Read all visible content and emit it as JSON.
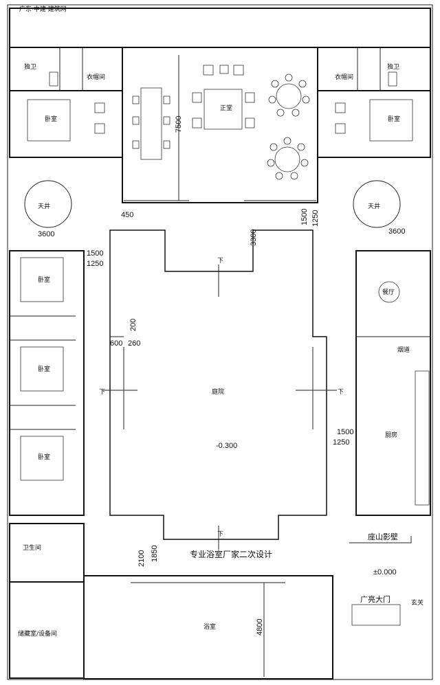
{
  "watermark": "广东·中建·建筑网",
  "rooms": {
    "toilet_left": "独卫",
    "toilet_right": "独卫",
    "closet_left": "衣帽间",
    "closet_right": "衣帽间",
    "main_hall": "正堂",
    "bedroom_nw": "卧室",
    "bedroom_ne": "卧室",
    "skywell_left": "天井",
    "skywell_right": "天井",
    "bedroom_w1": "卧室",
    "bedroom_w2": "卧室",
    "bedroom_w3": "卧室",
    "dining": "餐厅",
    "flue": "烟道",
    "courtyard": "庭院",
    "kitchen": "厨房",
    "restroom": "卫生间",
    "storage": "储藏室/设备间",
    "bath": "浴室",
    "screen_wall": "座山影壁",
    "gate": "广亮大门",
    "porch": "玄关"
  },
  "dimensions": {
    "d7500": "7500",
    "d450": "450",
    "d1500_top": "1500",
    "d1250_top": "1250",
    "d3300": "3300",
    "d3600_left": "3600",
    "d3600_right": "3600",
    "d1500_left": "1500",
    "d1250_left": "1250",
    "d200": "200",
    "d600": "600",
    "d260": "260",
    "d1500_right": "1500",
    "d1250_right": "1250",
    "d2100": "2100",
    "d1850": "1850",
    "d4800": "4800"
  },
  "labels": {
    "level_court": "-0.300",
    "level_entry": "±0.000",
    "bath_note": "专业浴室厂家二次设计",
    "arrow_down_1": "下",
    "arrow_down_2": "下",
    "arrow_down_3": "下",
    "arrow_down_4": "下"
  }
}
